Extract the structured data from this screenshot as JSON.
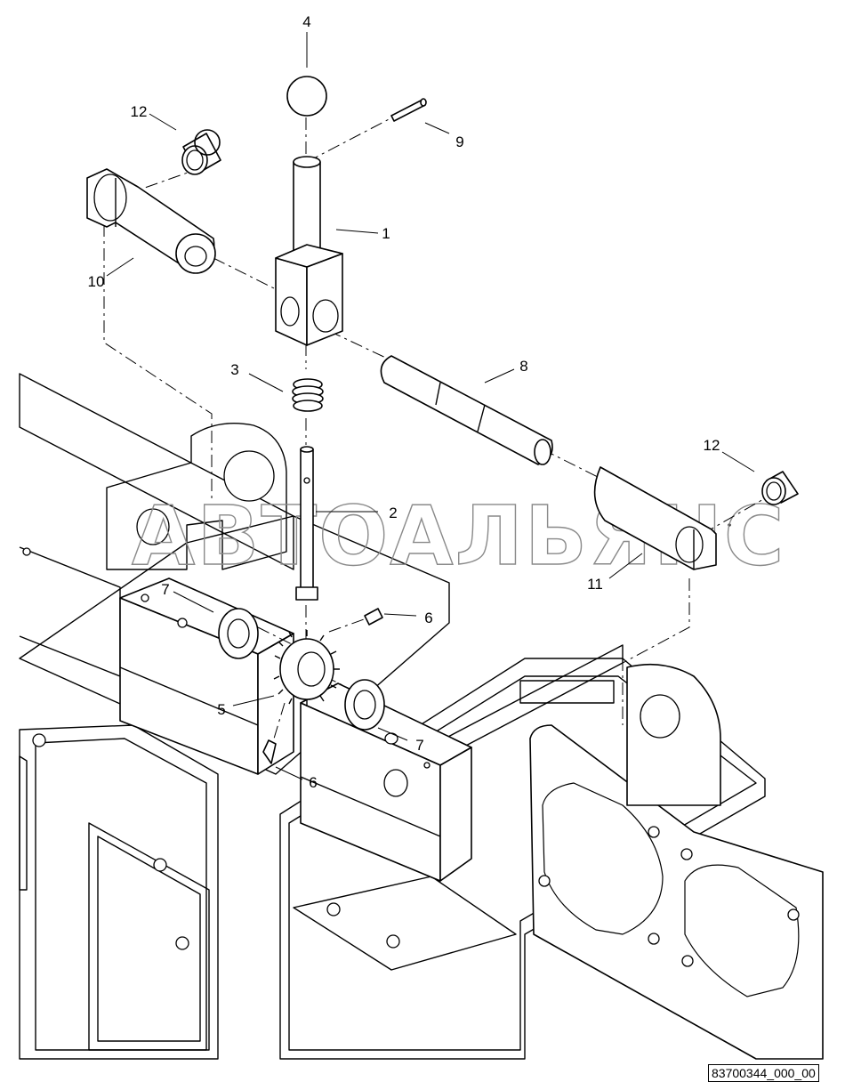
{
  "watermark": "АВТОАЛЬЯНС",
  "reference_code": "83700344_000_00",
  "callouts": [
    "4",
    "12",
    "9",
    "1",
    "10",
    "3",
    "8",
    "12",
    "2",
    "11",
    "7",
    "6",
    "5",
    "7",
    "6"
  ]
}
